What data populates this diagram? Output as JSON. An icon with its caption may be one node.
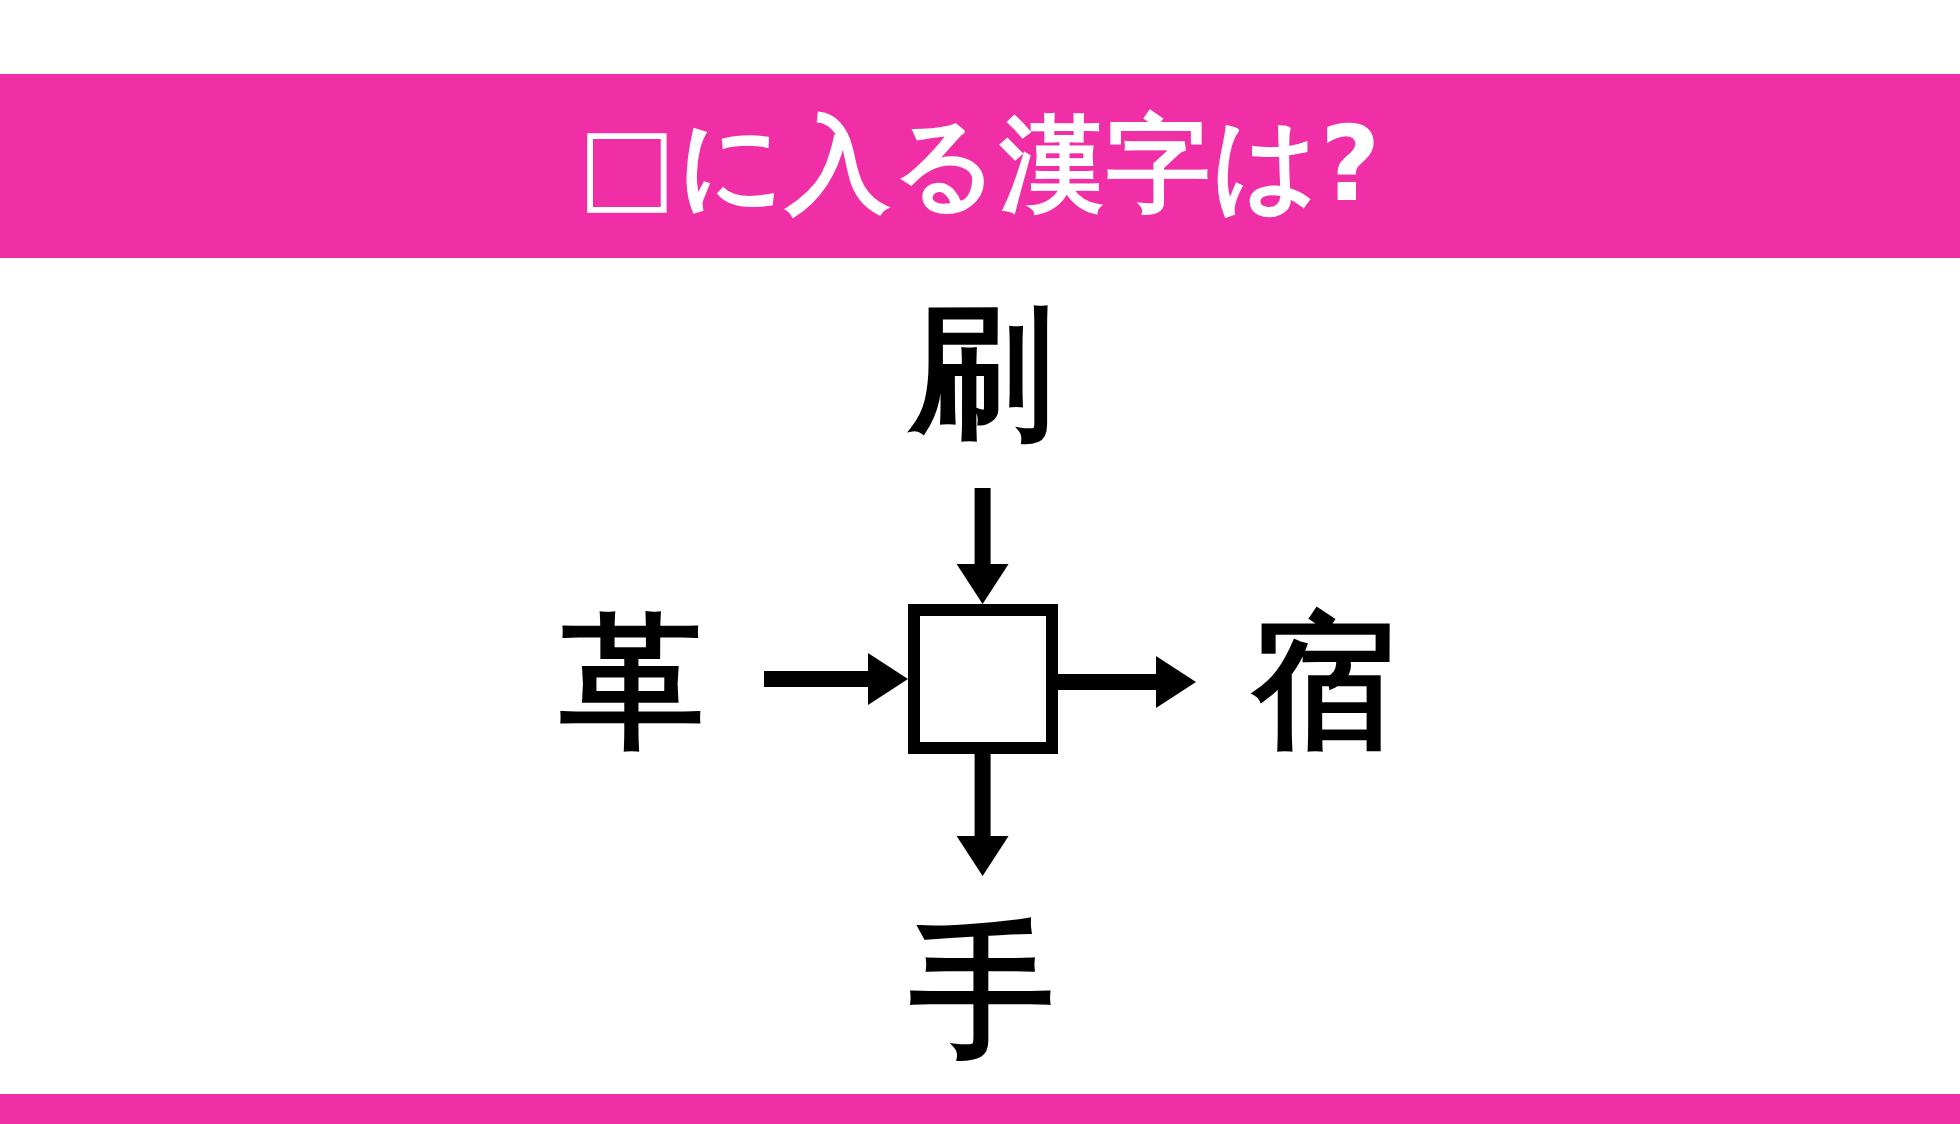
{
  "diagram": {
    "title": "□に入る漢字は?",
    "nodes": [
      {
        "text": [
          "刷"
        ]
      },
      {
        "text": [
          "革"
        ]
      },
      {
        "text": [],
        "shape": "box"
      },
      {
        "text": [
          "宿"
        ]
      },
      {
        "text": [
          "手"
        ]
      }
    ],
    "edges": [
      {
        "from": 0,
        "to": 2,
        "arrow": "to"
      },
      {
        "from": 1,
        "to": 2,
        "arrow": "to"
      },
      {
        "from": 2,
        "to": 3,
        "arrow": "to"
      },
      {
        "from": 2,
        "to": 4,
        "arrow": "to"
      }
    ]
  }
}
